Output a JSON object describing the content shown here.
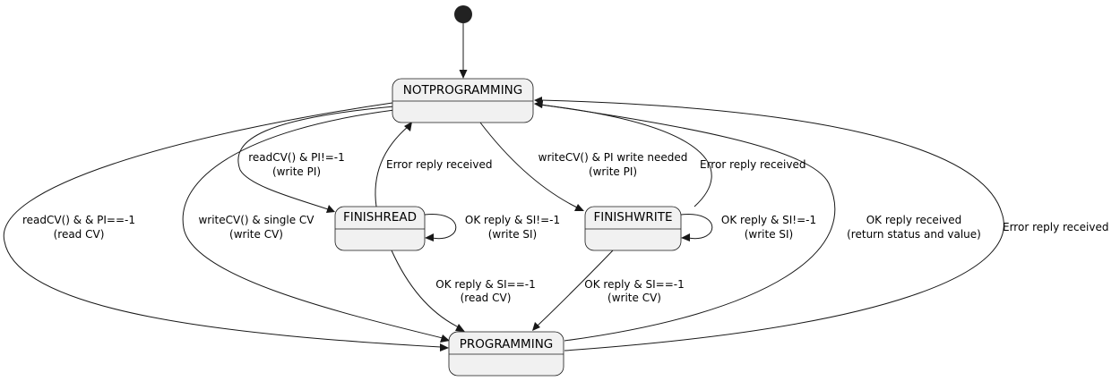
{
  "states": {
    "notprogramming": "NOTPROGRAMMING",
    "finishread": "FINISHREAD",
    "finishwrite": "FINISHWRITE",
    "programming": "PROGRAMMING"
  },
  "transitions": {
    "np_fr": {
      "line1": "readCV() & PI!=-1",
      "line2": "(write PI)"
    },
    "fr_np": {
      "line1": "Error reply received"
    },
    "np_fw": {
      "line1": "writeCV() & PI write needed",
      "line2": "(write PI)"
    },
    "fw_np": {
      "line1": "Error reply received"
    },
    "np_pr_read": {
      "line1": "readCV() & & PI==-1",
      "line2": "(read CV)"
    },
    "np_pr_write": {
      "line1": "writeCV() & single CV",
      "line2": "(write CV)"
    },
    "fr_self": {
      "line1": "OK reply & SI!=-1",
      "line2": "(write SI)"
    },
    "fw_self": {
      "line1": "OK reply & SI!=-1",
      "line2": "(write SI)"
    },
    "fr_pr": {
      "line1": "OK reply & SI==-1",
      "line2": "(read CV)"
    },
    "fw_pr": {
      "line1": "OK reply & SI==-1",
      "line2": "(write CV)"
    },
    "pr_np_ok": {
      "line1": "OK reply received",
      "line2": "(return status and value)"
    },
    "pr_np_err": {
      "line1": "Error reply received"
    }
  }
}
